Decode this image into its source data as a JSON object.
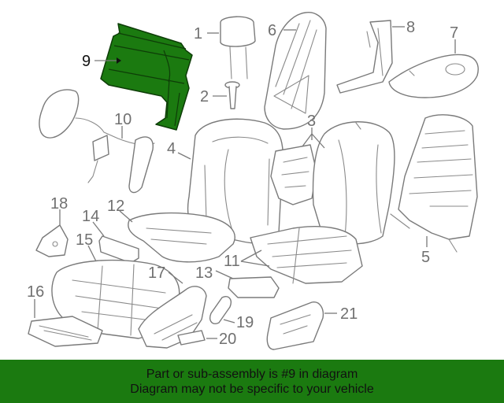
{
  "diagram": {
    "callouts": {
      "c1": "1",
      "c2": "2",
      "c3": "3",
      "c4": "4",
      "c5": "5",
      "c6": "6",
      "c7": "7",
      "c8": "8",
      "c9": "9",
      "c10": "10",
      "c11": "11",
      "c12": "12",
      "c13": "13",
      "c14": "14",
      "c15": "15",
      "c16": "16",
      "c17": "17",
      "c18": "18",
      "c19": "19",
      "c20": "20",
      "c21": "21"
    },
    "highlight_color": "#1b7a10"
  },
  "banner": {
    "line1": "Part or sub-assembly is #9 in diagram",
    "line2": "Diagram may not be specific to your vehicle",
    "background": "#1b7a10"
  }
}
